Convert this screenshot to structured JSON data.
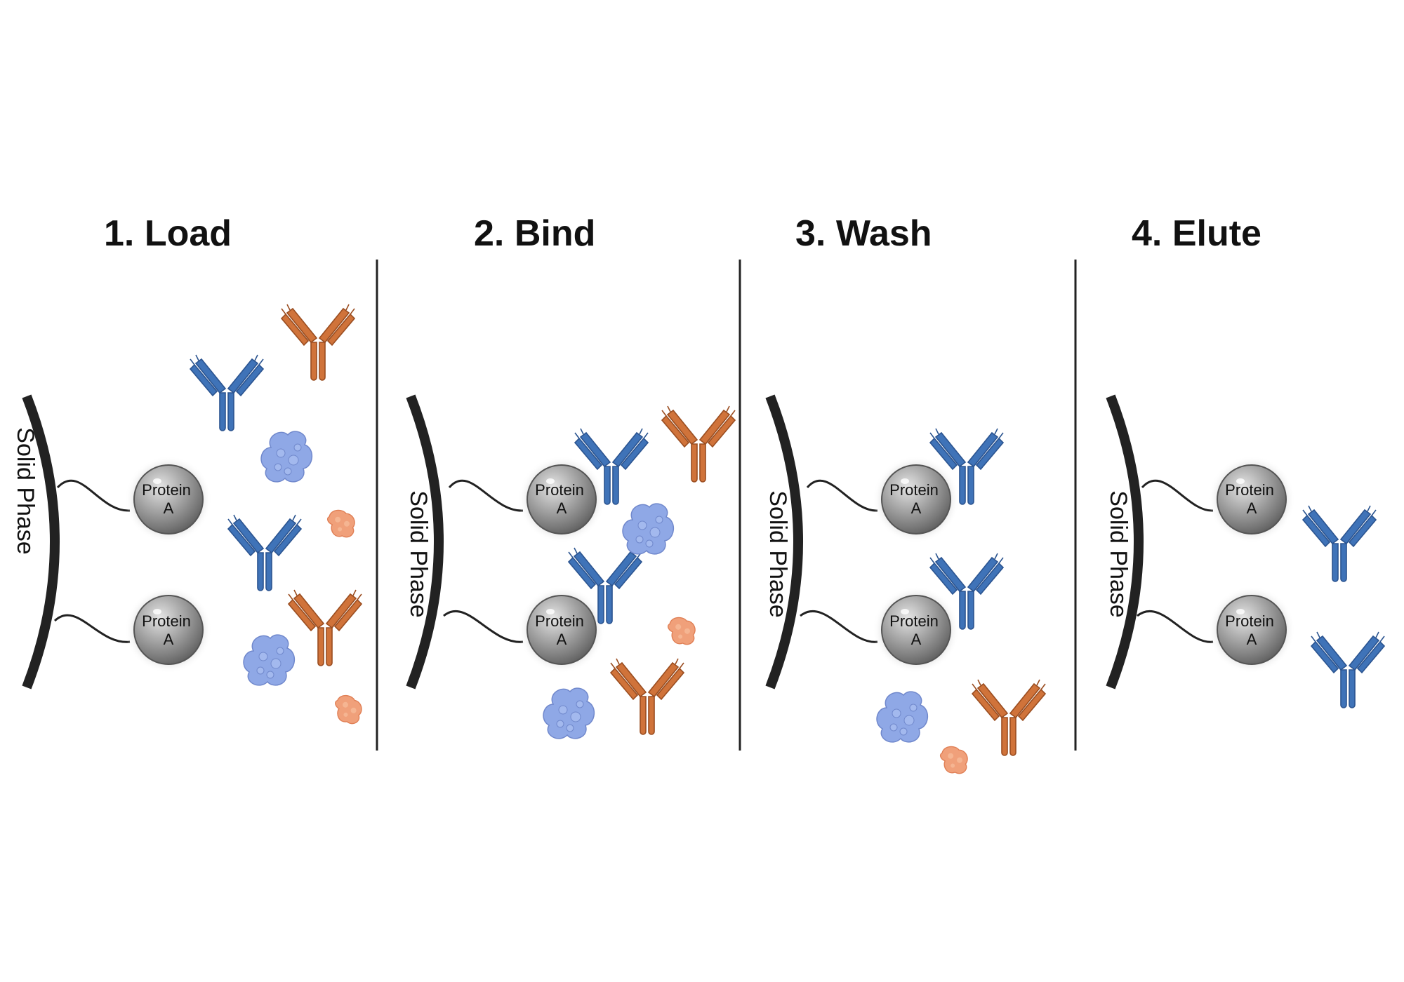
{
  "steps": [
    {
      "title": "1.  Load",
      "solid_phase_label": "Solid Phase",
      "bead_line1": "Protein",
      "bead_line2": "A"
    },
    {
      "title": "2. Bind",
      "solid_phase_label": "Solid Phase",
      "bead_line1": "Protein",
      "bead_line2": "A"
    },
    {
      "title": "3. Wash",
      "solid_phase_label": "Solid Phase",
      "bead_line1": "Protein",
      "bead_line2": "A"
    },
    {
      "title": "4. Elute",
      "solid_phase_label": "Solid Phase",
      "bead_line1": "Protein",
      "bead_line2": "A"
    }
  ],
  "colors": {
    "target_antibody": "#3f73b8",
    "target_antibody_stroke": "#2b5490",
    "other_antibody": "#d0733a",
    "other_antibody_stroke": "#9a4d20",
    "host_protein": "#8fa8e6",
    "small_protein": "#f0a07a",
    "solid_phase": "#222222",
    "divider": "#222222"
  },
  "icons": {
    "target_antibody": "blue-antibody-icon",
    "other_antibody": "orange-antibody-icon",
    "host_protein": "host-cell-protein-icon",
    "small_protein": "small-impurity-icon",
    "bead": "protein-a-bead-icon"
  }
}
